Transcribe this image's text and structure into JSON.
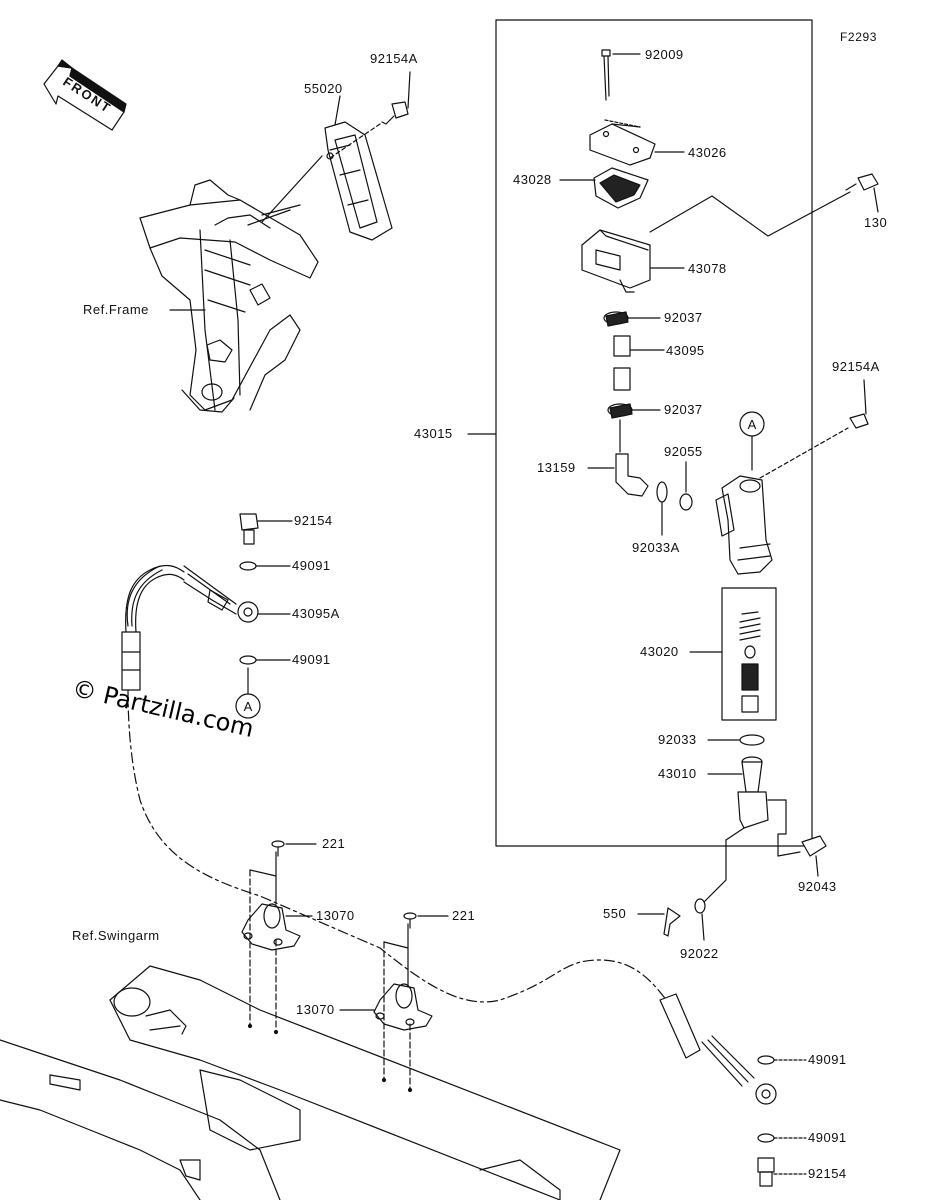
{
  "diagram_code": "F2293",
  "front_label": "FRONT",
  "ref_frame": "Ref.Frame",
  "ref_swingarm": "Ref.Swingarm",
  "watermark": "© Partzilla.com",
  "callout_a": "A",
  "parts": {
    "p92154A_top": "92154A",
    "p55020": "55020",
    "p92009": "92009",
    "p43026": "43026",
    "p43028": "43028",
    "p130": "130",
    "p43078": "43078",
    "p92037_a": "92037",
    "p43095": "43095",
    "p92154A_right": "92154A",
    "p92037_b": "92037",
    "p43015": "43015",
    "p92055": "92055",
    "p13159": "13159",
    "p92033A": "92033A",
    "p92154_left": "92154",
    "p49091_a": "49091",
    "p43095A": "43095A",
    "p49091_b": "49091",
    "p43020": "43020",
    "p92033": "92033",
    "p43010": "43010",
    "p221_a": "221",
    "p13070_a": "13070",
    "p221_b": "221",
    "p13070_b": "13070",
    "p92043": "92043",
    "p550": "550",
    "p92022": "92022",
    "p49091_c": "49091",
    "p49091_d": "49091",
    "p92154_bottom": "92154"
  }
}
